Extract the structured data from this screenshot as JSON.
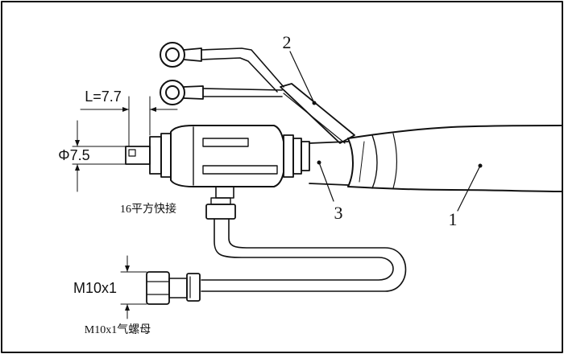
{
  "dimension_length": "L=7.7",
  "dimension_diameter": "Φ7.5",
  "connector_label": "16平方快接",
  "thread_dimension": "M10x1",
  "nut_label": "M10x1气螺母",
  "callouts": [
    "1",
    "2",
    "3"
  ]
}
